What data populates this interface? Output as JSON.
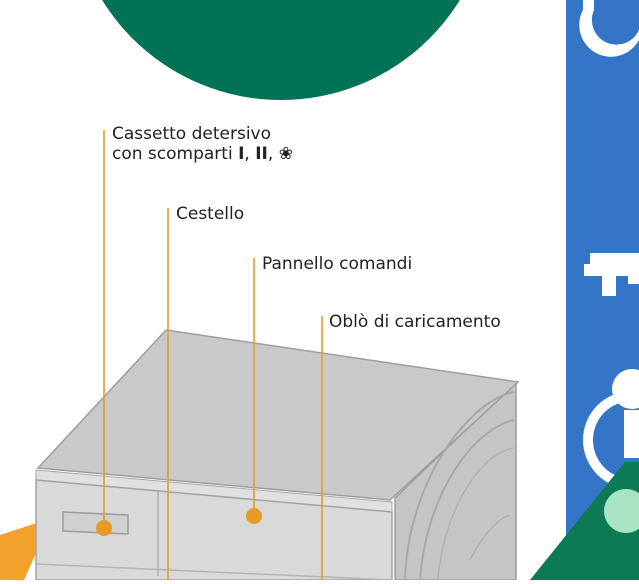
{
  "labels": {
    "drawer_line1": "Cassetto detersivo",
    "drawer_line2_prefix": "con scomparti",
    "drawer_comp1": "I",
    "drawer_comp2": "II",
    "drawer_sep": ",",
    "drawer_flower": "❀",
    "drum": "Cestello",
    "control_panel": "Pannello comandi",
    "loading_door": "Oblò di caricamento"
  },
  "colors": {
    "circle_green": "#007356",
    "sidebar_blue": "#3575c8",
    "accent_orange": "#f2a22b",
    "leader_orange": "#e99a22",
    "sidebar_green": "#0b7a55",
    "mint": "#a8e3c3",
    "machine_top": "#c9c9c9",
    "machine_front": "#d9d9d9"
  },
  "icons": [
    "wrench-icon",
    "tap-icon",
    "info-icon"
  ]
}
